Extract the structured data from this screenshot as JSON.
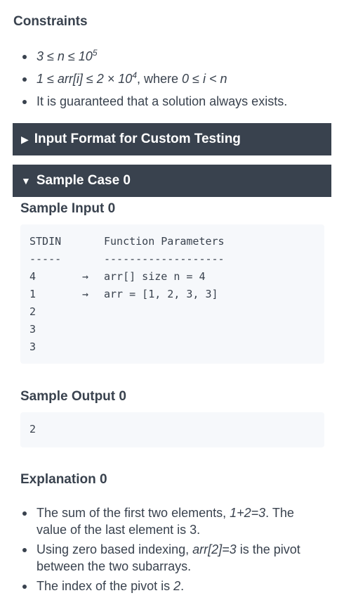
{
  "constraints": {
    "heading": "Constraints",
    "items": [
      {
        "math_base": "3 ≤ n ≤ 10",
        "math_sup": "5",
        "tail": ""
      },
      {
        "math_base": "1 ≤ arr[i] ≤ 2 × 10",
        "math_sup": "4",
        "mid": ", where ",
        "math2": "0 ≤ i < n"
      },
      {
        "text": "It is guaranteed that a solution always exists."
      }
    ]
  },
  "bars": {
    "input_format": {
      "arrow": "▶",
      "label": "Input Format for Custom Testing"
    },
    "sample_case": {
      "arrow": "▼",
      "label": "Sample Case 0"
    }
  },
  "sample_input": {
    "heading": "Sample Input 0",
    "lines": [
      {
        "col1": "STDIN",
        "col2": "Function Parameters"
      },
      {
        "col1": "-----",
        "col2": "-------------------"
      },
      {
        "col1": "4",
        "arrow": "→",
        "col2": "arr[] size n = 4"
      },
      {
        "col1": "1",
        "arrow": "→",
        "col2": "arr = [1, 2, 3, 3]"
      },
      {
        "col1": "2",
        "col2": ""
      },
      {
        "col1": "3",
        "col2": ""
      },
      {
        "col1": "3",
        "col2": ""
      }
    ]
  },
  "sample_output": {
    "heading": "Sample Output 0",
    "value": "2"
  },
  "explanation": {
    "heading": "Explanation 0",
    "items": [
      {
        "pre": "The sum of the first two elements, ",
        "math": "1+2=3",
        "post": ". The value of the last element is 3."
      },
      {
        "pre": "Using zero based indexing, ",
        "math": "arr[2]=3",
        "post": " is the pivot between the two subarrays."
      },
      {
        "pre": "The index of the pivot is ",
        "math": "2",
        "post": "."
      }
    ]
  }
}
